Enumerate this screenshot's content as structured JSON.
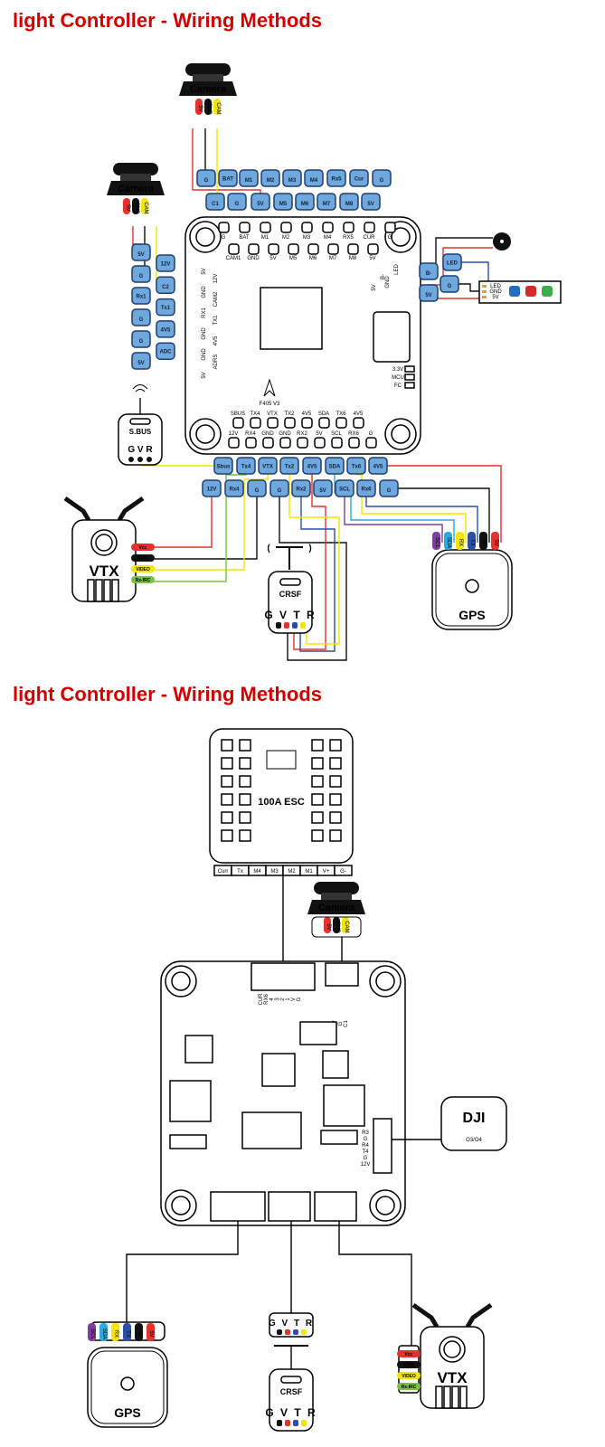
{
  "section1": {
    "title": "light Controller - Wiring Methods",
    "board_label": "F405 V3",
    "camera_top": {
      "label": "Camera",
      "wires": [
        "5V",
        "GND",
        "CAM"
      ]
    },
    "camera_left": {
      "label": "Camera",
      "wires": [
        "5V",
        "GND",
        "CAM"
      ]
    },
    "pads_top_row1": [
      "G",
      "BAT",
      "M1",
      "M2",
      "M3",
      "M4",
      "Rx5",
      "Cur",
      "G"
    ],
    "pads_top_row2": [
      "C1",
      "G",
      "5V",
      "M5",
      "M6",
      "M7",
      "M8",
      "5V"
    ],
    "board_top_row1": [
      "G",
      "BAT",
      "M1",
      "M2",
      "M3",
      "M4",
      "RX5",
      "CUR",
      "G"
    ],
    "board_top_row2": [
      "CAM1",
      "GND",
      "5V",
      "M5",
      "M6",
      "M7",
      "M8",
      "5V"
    ],
    "pads_left_col1": [
      "5V",
      "G",
      "Rx1",
      "G",
      "G",
      "5V"
    ],
    "pads_left_col2": [
      "12V",
      "C2",
      "Tx1",
      "4V5",
      "ADC"
    ],
    "board_left_labels": [
      "5V",
      "GND",
      "RX1",
      "GND",
      "GND",
      "5V",
      "12V",
      "CAM2",
      "TX1",
      "4V5",
      "ADRS"
    ],
    "board_right_labels": [
      "LED",
      "GND",
      "B-",
      "5V"
    ],
    "status_leds": [
      "3.3V",
      "MCU",
      "FC"
    ],
    "pads_right": [
      "B-",
      "5V",
      "LED",
      "G"
    ],
    "led_strip_labels": [
      "LED",
      "GND",
      "5V"
    ],
    "led_colors": [
      "#1f6fc0",
      "#d42a2a",
      "#3fae49"
    ],
    "board_bottom_row1": [
      "SBUS",
      "TX4",
      "VTX",
      "TX2",
      "4V5",
      "SDA",
      "TX6",
      "4V5"
    ],
    "board_bottom_row2": [
      "12V",
      "RX4",
      "GND",
      "GND",
      "RX2",
      "5V",
      "SCL",
      "RX6",
      "G"
    ],
    "pads_bottom_row1": [
      "Sbus",
      "Tx4",
      "VTX",
      "Tx2",
      "4V5",
      "SDA",
      "Tx6",
      "4V5"
    ],
    "pads_bottom_row2": [
      "12V",
      "Rx4",
      "G",
      "G",
      "Rx2",
      "5V",
      "SCL",
      "Rx6",
      "G"
    ],
    "sbus_rx": {
      "label": "S.BUS",
      "pins": "G V R"
    },
    "vtx": {
      "label": "VTX",
      "wires": [
        "Vcc",
        "GND",
        "VIDEO",
        "Rx-IRC"
      ]
    },
    "crsf": {
      "label": "CRSF",
      "pins": "G V T R"
    },
    "gps": {
      "label": "GPS",
      "wires": [
        "SCL",
        "SDA",
        "RX",
        "TX",
        "G",
        "5V"
      ]
    }
  },
  "section2": {
    "title": "light Controller - Wiring Methods",
    "esc_label": "100A ESC",
    "esc_pins": [
      "Curr",
      "Tx",
      "M4",
      "M3",
      "M2",
      "M1",
      "V+",
      "G-"
    ],
    "camera": {
      "label": "Camera",
      "wires": [
        "5V",
        "GND",
        "CAM"
      ]
    },
    "fc_top_conn_labels": [
      "CUR",
      "RX6",
      "4",
      "3",
      "2",
      "1",
      "V",
      "G"
    ],
    "fc_cam_conn_labels": [
      "5V",
      "G",
      "C1"
    ],
    "dji_conn_labels": [
      "R3",
      "G",
      "R4",
      "T4",
      "G",
      "12V"
    ],
    "dji": {
      "label": "DJI",
      "sub": "O3/O4"
    },
    "gps": {
      "label": "GPS",
      "wires": [
        "SCL",
        "SDA",
        "RX",
        "TX",
        "G",
        "5V"
      ]
    },
    "crsf": {
      "label": "CRSF",
      "pins": "G V T R"
    },
    "vtx": {
      "label": "VTX",
      "wires": [
        "Vcc",
        "GND",
        "VIDEO",
        "Rx-IRC"
      ]
    }
  },
  "colors": {
    "title": "#d40000",
    "pad_fill": "#6fa8dc",
    "red": "#e5322d",
    "black": "#111111",
    "yellow": "#f2e600",
    "green": "#7ac143",
    "blue": "#2b4fa8",
    "cyan": "#29aae1",
    "purple": "#7b3f9e"
  }
}
